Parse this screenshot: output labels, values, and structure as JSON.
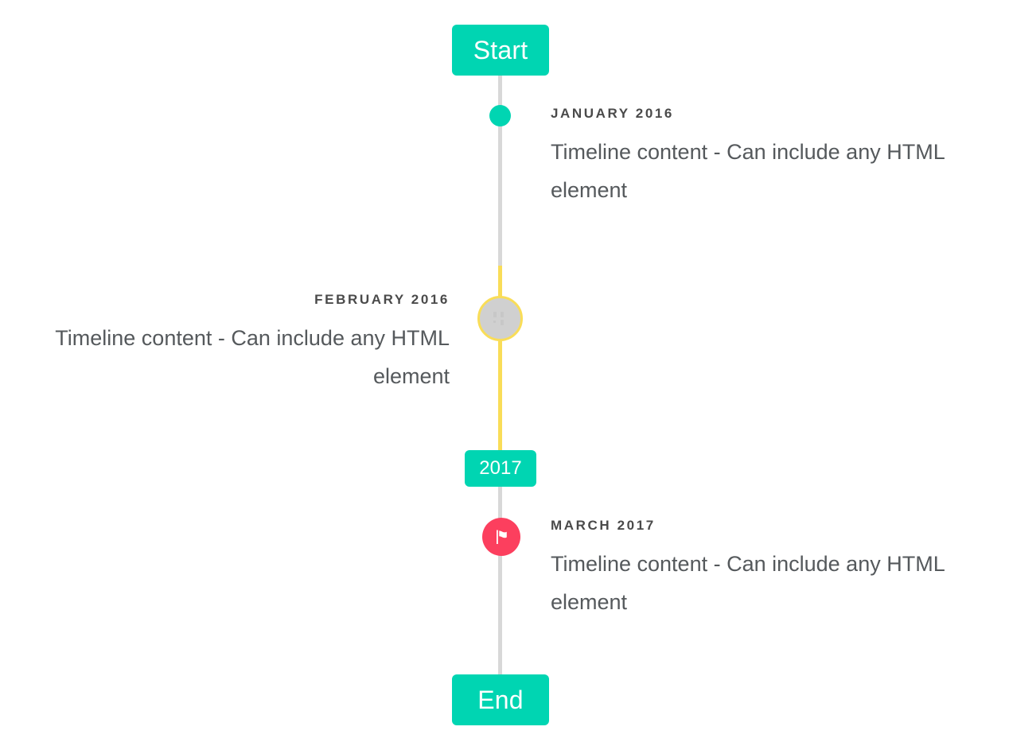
{
  "timeline": {
    "start_label": "Start",
    "end_label": "End",
    "mid_marker_label": "2017",
    "colors": {
      "accent_teal": "#00d5b2",
      "rail_gray": "#d8d8d8",
      "rail_yellow": "#f9dd58",
      "marker_pink": "#fc3f5e",
      "marker_gray": "#d0d0d0",
      "date_text": "#4a4a4a",
      "body_text": "#55595c",
      "badge_text": "#ffffff",
      "background": "#ffffff"
    },
    "events": [
      {
        "date": "January 2016",
        "body": "Timeline content - Can include any HTML element",
        "side": "right",
        "marker": "dot"
      },
      {
        "date": "February 2016",
        "body": "Timeline content - Can include any HTML element",
        "side": "left",
        "marker": "image-placeholder"
      },
      {
        "date": "March 2017",
        "body": "Timeline content - Can include any HTML element",
        "side": "right",
        "marker": "flag"
      }
    ]
  }
}
